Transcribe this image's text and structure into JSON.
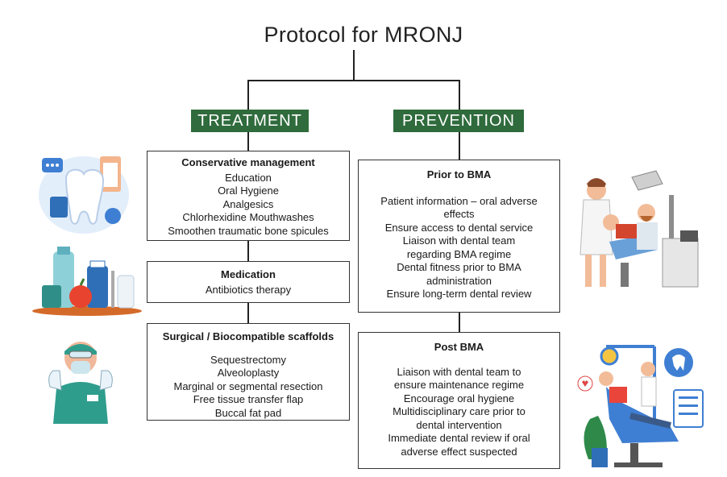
{
  "title": "Protocol for MRONJ",
  "colors": {
    "badge": "#2f6b3c",
    "line": "#222222"
  },
  "treatment": {
    "label": "TREATMENT",
    "boxes": [
      {
        "heading": "Conservative management",
        "items": [
          "Education",
          "Oral Hygiene",
          "Analgesics",
          "Chlorhexidine Mouthwashes",
          "Smoothen traumatic bone spicules"
        ]
      },
      {
        "heading": "Medication",
        "items": [
          "Antibiotics therapy"
        ]
      },
      {
        "heading": "Surgical / Biocompatible scaffolds",
        "items": [
          "Sequestrectomy",
          "Alveoloplasty",
          "Marginal or segmental resection",
          "Free tissue transfer flap",
          "Buccal fat pad"
        ]
      }
    ]
  },
  "prevention": {
    "label": "PREVENTION",
    "boxes": [
      {
        "heading": "Prior to BMA",
        "items": [
          "Patient information – oral adverse effects",
          "Ensure access to dental service",
          "Liaison with dental team regarding BMA regime",
          "Dental fitness prior to BMA administration",
          "Ensure long-term dental review"
        ]
      },
      {
        "heading": "Post BMA",
        "items": [
          "Liaison with dental team to ensure maintenance regime",
          "Encourage oral hygiene",
          "Multidisciplinary care prior to dental intervention",
          "Immediate dental review if oral adverse effect suspected"
        ]
      }
    ]
  },
  "illustrations": [
    "tooth-clipboard-illustration",
    "oral-care-products-illustration",
    "surgeon-illustration",
    "dentist-patient-illustration",
    "dental-chair-illustration"
  ]
}
